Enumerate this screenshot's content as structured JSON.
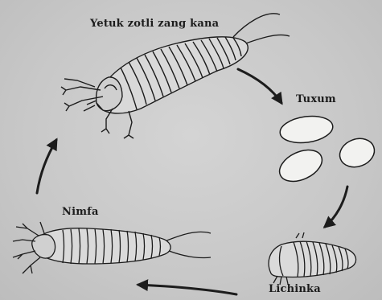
{
  "diagram": {
    "labels": {
      "adult": "Yetuk zotli zang kana",
      "egg": "Tuxum",
      "larva": "Lichinka",
      "nymph": "Nimfa"
    },
    "colors": {
      "ink": "#1c1c1c",
      "background": "#c9c9c9",
      "egg_fill": "#f2f2f0"
    }
  }
}
